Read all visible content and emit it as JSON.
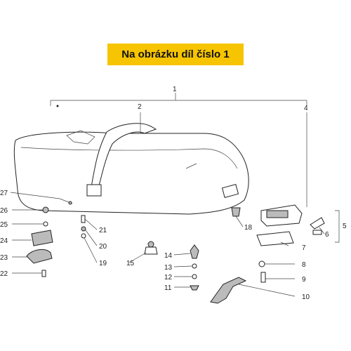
{
  "banner": {
    "text": "Na obrázku díl číslo 1"
  },
  "callouts": {
    "c1": "1",
    "c2": "2",
    "c4": "4",
    "c5": "5",
    "c6": "6",
    "c7": "7",
    "c8": "8",
    "c9": "9",
    "c10": "10",
    "c11": "11",
    "c12": "12",
    "c13": "13",
    "c14": "14",
    "c15": "15",
    "c18": "18",
    "c19": "19",
    "c20": "20",
    "c21": "21",
    "c22": "22",
    "c23": "23",
    "c24": "24",
    "c25": "25",
    "c26": "26",
    "c27": "27"
  },
  "colors": {
    "banner": "#f6c400",
    "line": "#444444"
  }
}
